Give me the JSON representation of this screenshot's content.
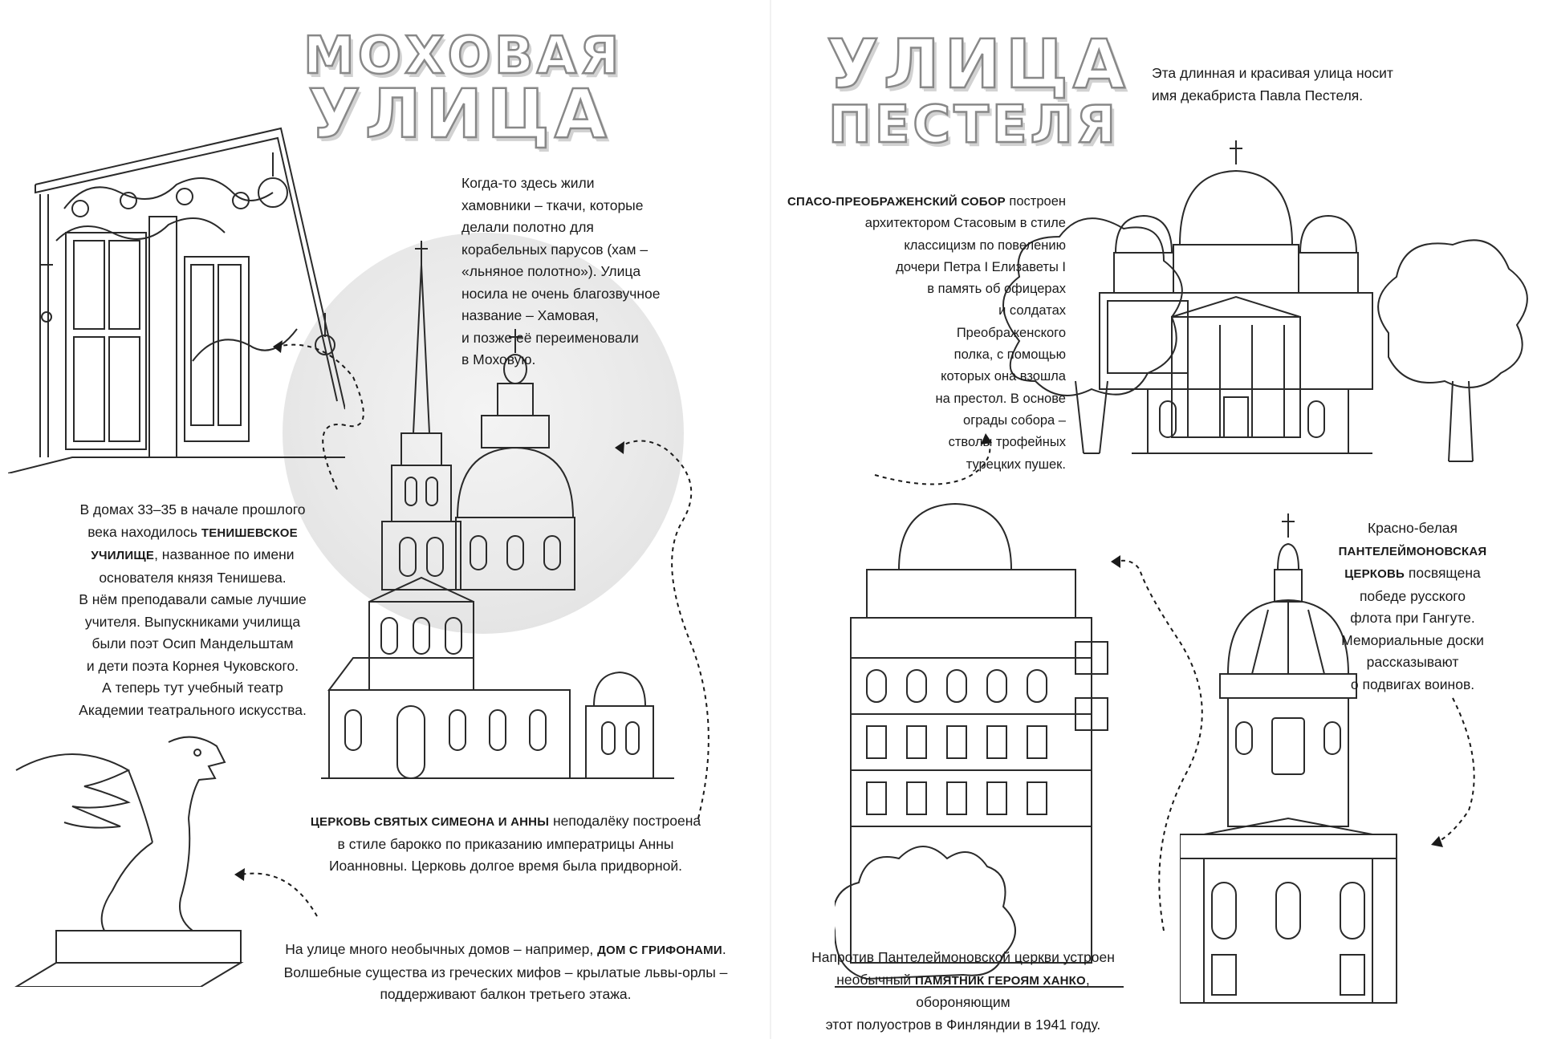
{
  "left_page": {
    "title_line1": "МОХОВАЯ",
    "title_line2": "УЛИЦА",
    "intro": {
      "lines": [
        "Когда-то здесь жили",
        "хамовники – ткачи, которые",
        "делали полотно для",
        "корабельных парусов (хам –",
        "«льняное полотно»). Улица",
        "носила не очень благозвучное",
        "название – Хамовая,",
        "и позже её переименовали",
        "в Моховую."
      ]
    },
    "tenishev": {
      "line1": "В домах 33–35 в начале прошлого",
      "line2": "века находилось",
      "bold1": "ТЕНИШЕВСКОЕ",
      "bold2": "УЧИЛИЩЕ",
      "line3_rest": ", названное по имени",
      "lines_after": [
        "основателя князя Тенишева.",
        "В нём преподавали самые лучшие",
        "учителя. Выпускниками училища",
        "были поэт Осип Мандельштам",
        "и дети поэта Корнея Чуковского.",
        "А теперь тут учебный театр",
        "Академии театрального искусства."
      ]
    },
    "church": {
      "bold": "ЦЕРКОВЬ СВЯТЫХ СИМЕОНА И АННЫ",
      "line1_rest": " неподалёку построена",
      "line2": "в стиле барокко по приказанию императрицы Анны",
      "line3": "Иоанновны. Церковь долгое время была придворной."
    },
    "griffins": {
      "line1_start": "На улице много необычных домов – например, ",
      "bold": "ДОМ С ГРИФОНАМИ",
      "line1_end": ".",
      "line2": "Волшебные существа из греческих мифов – крылатые львы-орлы –",
      "line3": "поддерживают балкон третьего этажа."
    }
  },
  "right_page": {
    "title_line1": "УЛИЦА",
    "title_line2": "ПЕСТЕЛЯ",
    "intro": {
      "line1": "Эта длинная и красивая улица носит",
      "line2": "имя декабриста Павла Пестеля."
    },
    "cathedral": {
      "bold": "СПАСО-ПРЕОБРАЖЕНСКИЙ СОБОР",
      "line1_rest": " построен",
      "lines_after": [
        "архитектором Стасовым в стиле",
        "классицизм по повелению",
        "дочери Петра I Елизаветы I",
        "в память об офицерах",
        "и солдатах",
        "Преображенского",
        "полка, с помощью",
        "которых она взошла",
        "на престол. В основе",
        "ограды собора –",
        "стволы трофейных",
        "турецких пушек."
      ]
    },
    "panteleimon": {
      "line1": "Красно-белая",
      "bold1": "ПАНТЕЛЕЙМОНОВСКАЯ",
      "bold2": "ЦЕРКОВЬ",
      "line3_rest": " посвящена",
      "lines_after": [
        "победе русского",
        "флота при Гангуте.",
        "Мемориальные доски",
        "рассказывают",
        "о подвигах воинов."
      ]
    },
    "hanko": {
      "line1": "Напротив Пантелеймоновской церкви устроен",
      "line2_start": "необычный ",
      "bold": "ПАМЯТНИК ГЕРОЯМ ХАНКО",
      "line2_end": ", обороняющим",
      "line3": "этот полуостров в Финляндии в 1941 году."
    }
  }
}
